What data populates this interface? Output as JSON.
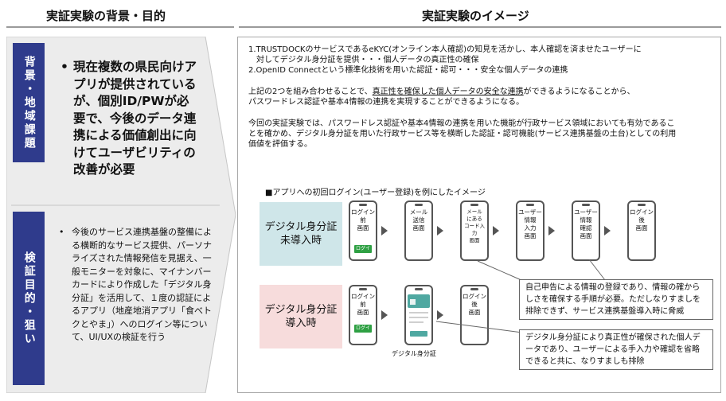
{
  "left_title": "実証実験の背景・目的",
  "right_title": "実証実験のイメージ",
  "left_sections": [
    {
      "label": "背景・地域課題",
      "bullets": [
        "現在複数の県民向けアプリが提供されているが、個別ID/PWが必要で、今後のデータ連携による価値創出に向けてユーザビリティの改善が必要"
      ]
    },
    {
      "label": "検証目的・狙い",
      "bullets": [
        "今後のサービス連携基盤の整備による横断的なサービス提供、パーソナライズされた情報発信を見据え、一般モニターを対象に、マイナンバーカードにより作成した「デジタル身分証」を活用して、１度の認証によるアプリ（地産地消アプリ「食べトクとやま」）へのログイン等について、UI/UXの検証を行う"
      ]
    }
  ],
  "image": {
    "p1": [
      "1.TRUSTDOCKのサービスであるeKYC(オンライン本人確認)の知見を活かし、本人確認を済ませたユーザーに",
      "　対してデジタル身分証を提供・・・個人データの真正性の確保",
      "2.OpenID Connectという標準化技術を用いた認証・認可・・・安全な個人データの連携"
    ],
    "p2_pre": "上記の2つを組み合わせることで、",
    "p2_underline": "真正性を確保した個人データの安全な連携",
    "p2_post": "ができるようになることから、",
    "p2_line2": "パスワードレス認証や基本4情報の連携を実現することができるようになる。",
    "p3": [
      "今回の実証実験では、パスワードレス認証や基本4情報の連携を用いた機能が行政サービス領域においても有効であるこ",
      "とを確かめ、デジタル身分証を用いた行政サービス等を横断した認証・認可機能(サービス連携基盤の土台)としての利用",
      "価値を評価する。"
    ],
    "flow_title": "■アプリへの初回ログイン(ユーザー登録)を例にしたイメージ",
    "row1_label": [
      "デジタル身分証",
      "未導入時"
    ],
    "row2_label": [
      "デジタル身分証",
      "導入時"
    ],
    "row1_phones": [
      "ログイン前\n画面",
      "メール\n送信\n画面",
      "メール\nにある\nコード入力\n画面",
      "ユーザー\n情報\n入力\n画面",
      "ユーザー\n情報\n確認\n画面",
      "ログイン後\n画面"
    ],
    "row2_phones": [
      "ログイン前\n画面",
      "",
      "ログイン後\n画面"
    ],
    "login_button": "ログイン",
    "card_caption": "デジタル身分証",
    "callout1": "自己申告による情報の登録であり、情報の確からしさを確保する手順が必要。ただしなりすましを排除できず、サービス連携基盤導入時に脅威",
    "callout2": "デジタル身分証により真正性が確保された個人データであり、ユーザーによる手入力や確認を省略できると共に、なりすましも排除",
    "colors": {
      "label_bg": "#2f3b8c",
      "arrow_bg": "#ececec",
      "row1_bg": "#cfe6e9",
      "row2_bg": "#f7dcdc",
      "login_green": "#2ea043"
    }
  }
}
